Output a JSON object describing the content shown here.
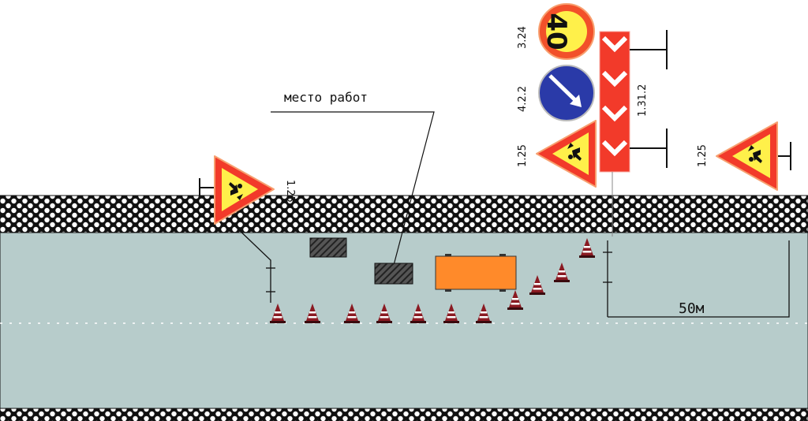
{
  "labels": {
    "work_zone": "место работ",
    "distance": "50м",
    "speed_limit_value": "40",
    "sign_speed_code": "3.24",
    "sign_keep_right_code": "4.2.2",
    "sign_chevron_code": "1.31.2",
    "sign_roadworks_code_left": "1.25",
    "sign_roadworks_code_mid": "1.25",
    "sign_roadworks_code_right": "1.25"
  },
  "colors": {
    "road": "#b7cccb",
    "truck": "#ff8a2a",
    "sign_red": "#f23a2a",
    "sign_yellow": "#fff04a",
    "sign_blue": "#2a3aa8",
    "cone": "#8a1a22"
  },
  "cone_count": 11
}
